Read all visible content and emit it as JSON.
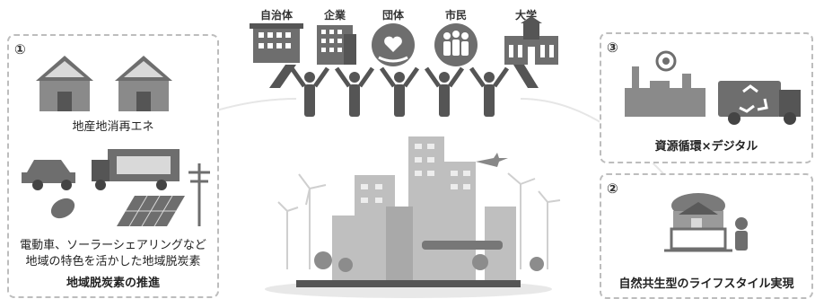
{
  "stakeholders": [
    {
      "label": "自治体",
      "icon": "city-hall-icon"
    },
    {
      "label": "企業",
      "icon": "office-building-icon"
    },
    {
      "label": "団体",
      "icon": "hand-heart-icon"
    },
    {
      "label": "市民",
      "icon": "people-icon"
    },
    {
      "label": "大学",
      "icon": "university-icon"
    }
  ],
  "panel1": {
    "number": "①",
    "local_energy": "地産地消再エネ",
    "desc_line1": "電動車、ソーラーシェアリングなど",
    "desc_line2": "地域の特色を活かした地域脱炭素",
    "title": "地域脱炭素の推進"
  },
  "panel3": {
    "number": "③",
    "title": "資源循環×デジタル"
  },
  "panel2": {
    "number": "②",
    "title": "自然共生型のライフスタイル実現"
  },
  "colors": {
    "icon_gray": "#6e6e6e",
    "dark_gray": "#4a4a4a",
    "light_gray": "#d9d9d9",
    "border": "#bdbdbd"
  }
}
